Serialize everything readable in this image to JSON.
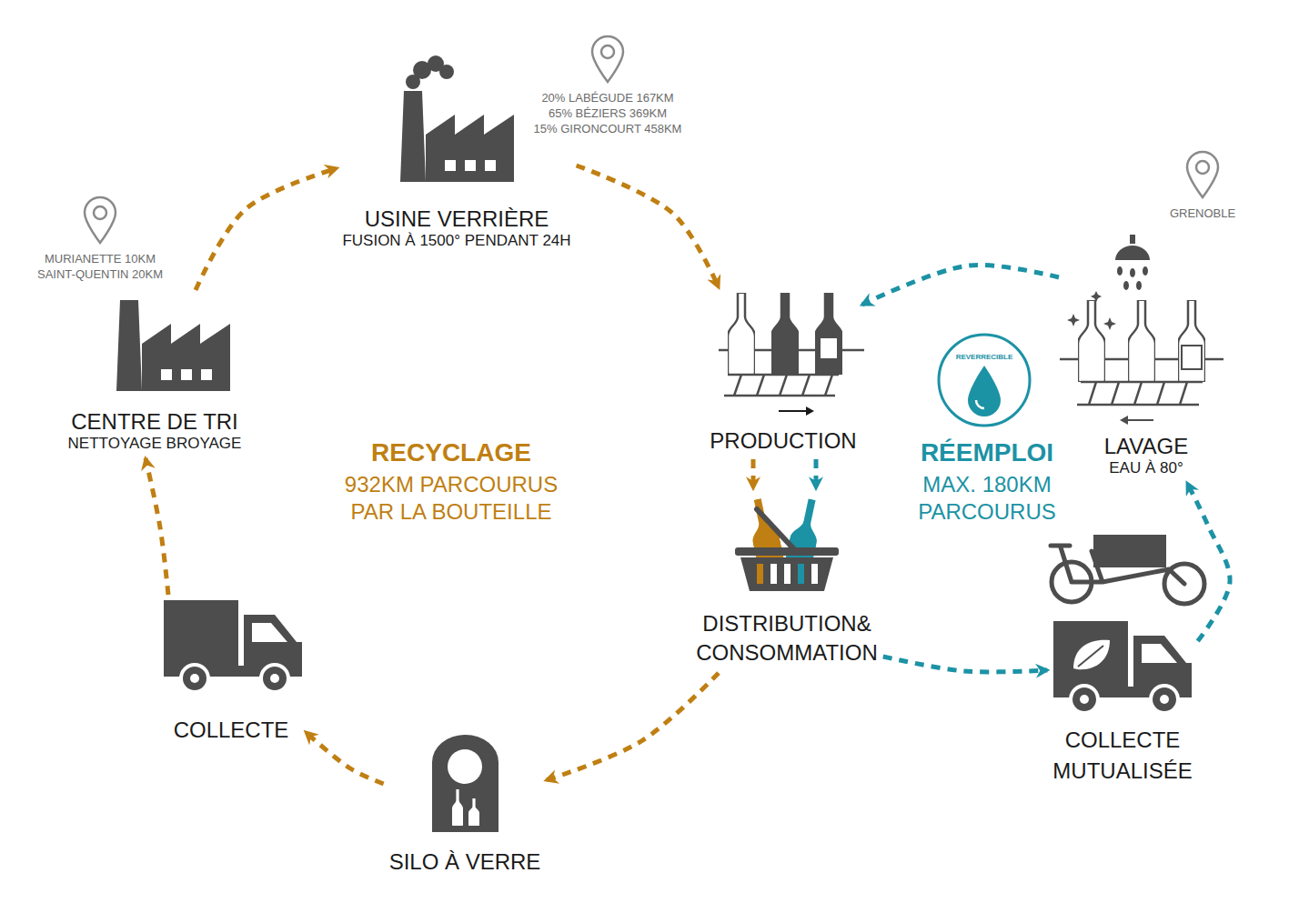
{
  "diagram": {
    "nodes": [
      {
        "text": [
          "USINE VERRIÈRE",
          "FUSION À 1500° PENDANT 24H"
        ]
      },
      {
        "text": [
          "CENTRE DE TRI",
          "NETTOYAGE BROYAGE"
        ]
      },
      {
        "text": [
          "PRODUCTION"
        ]
      },
      {
        "text": [
          "LAVAGE",
          "EAU À 80°"
        ]
      },
      {
        "text": [
          "DISTRIBUTION& CONSOMMATION"
        ]
      },
      {
        "text": [
          "COLLECTE"
        ]
      },
      {
        "text": [
          "COLLECTE MUTUALISÉE"
        ]
      },
      {
        "text": [
          "SILO À VERRE"
        ]
      }
    ],
    "edges": [
      {
        "from": 1,
        "to": 0,
        "arrow": "to"
      },
      {
        "from": 0,
        "to": 2,
        "arrow": "to"
      },
      {
        "from": 2,
        "to": 4,
        "arrow": "to"
      },
      {
        "from": 2,
        "to": 4,
        "arrow": "to"
      },
      {
        "from": 4,
        "to": 7,
        "arrow": "to"
      },
      {
        "from": 7,
        "to": 5,
        "arrow": "to"
      },
      {
        "from": 5,
        "to": 1,
        "arrow": "to"
      },
      {
        "from": 4,
        "to": 6,
        "arrow": "to"
      },
      {
        "from": 6,
        "to": 3,
        "arrow": "to"
      },
      {
        "from": 3,
        "to": 2,
        "arrow": "to"
      }
    ],
    "labels": [
      "20% LABÉGUDE 167KM",
      "65% BÉZIERS 369KM",
      "15% GIRONCOURT 458KM",
      "MURIANETTE 10KM",
      "SAINT-QUENTIN 20KM",
      "GRENOBLE",
      "RECYCLAGE",
      "932KM PARCOURUS PAR LA BOUTEILLE",
      "RÉEMPLOI",
      "MAX. 180KM PARCOURUS",
      "REVERRECIBLE"
    ]
  }
}
